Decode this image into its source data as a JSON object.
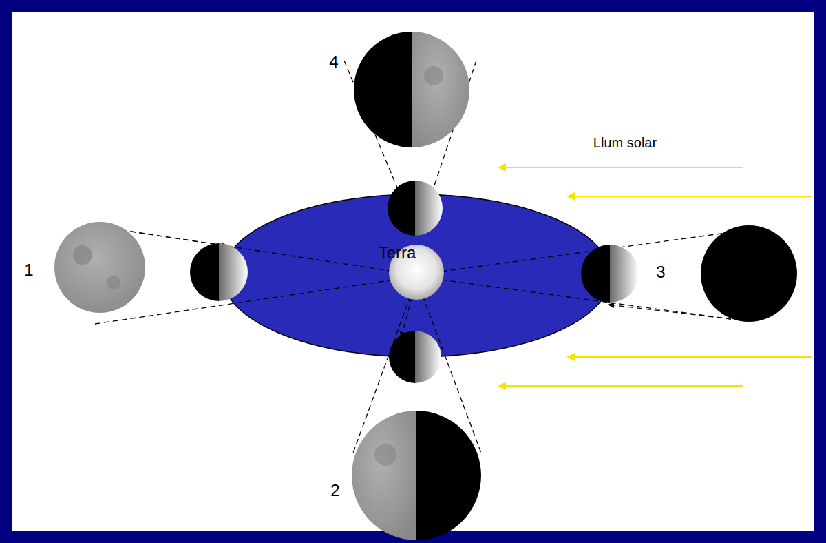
{
  "diagram": {
    "labels": [
      "4",
      "Llum solar",
      "1",
      "Terra",
      "3",
      "2"
    ]
  }
}
